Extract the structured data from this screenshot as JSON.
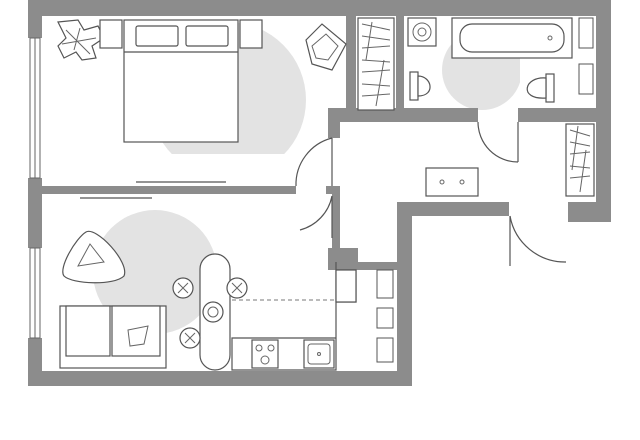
{
  "plan": {
    "colors": {
      "wall": "#8c8c8c",
      "line": "#555555",
      "furniture_fill": "#ffffff",
      "zone": "#e3e3e3",
      "background": "#ffffff"
    },
    "rooms": [
      "bedroom",
      "living-kitchen",
      "bathroom",
      "hallway"
    ],
    "icons": [
      "plant-icon",
      "bed-icon",
      "armchair-icon",
      "wardrobe-icon",
      "washing-machine-icon",
      "bathtub-icon",
      "toilet-icon",
      "sink-icon",
      "door-icon",
      "bench-icon",
      "sofa-icon",
      "dining-table-icon",
      "chair-icon",
      "stove-icon",
      "kitchen-sink-icon",
      "window-icon"
    ]
  }
}
